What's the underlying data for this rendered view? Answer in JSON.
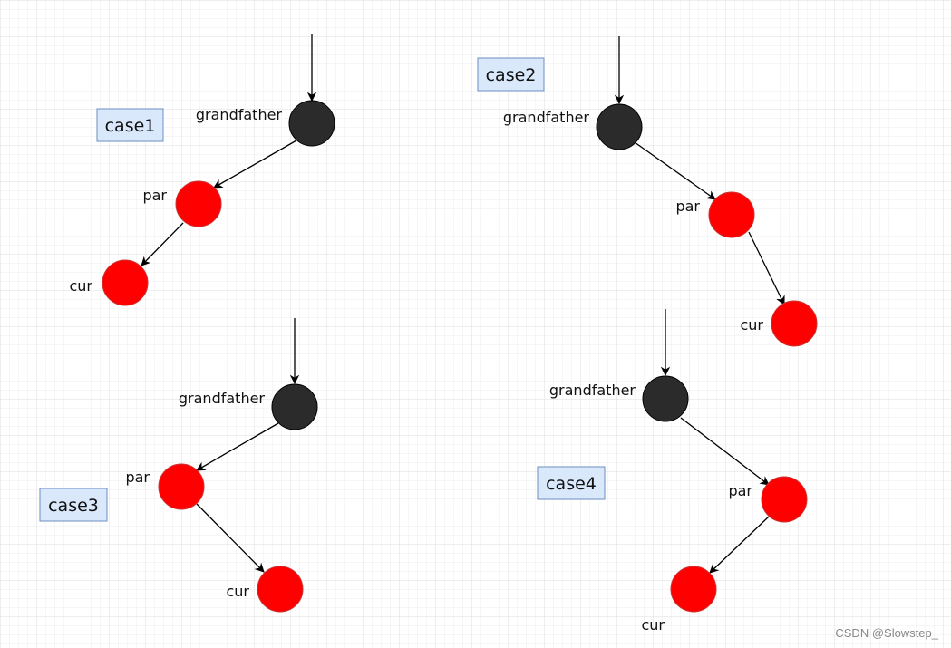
{
  "colors": {
    "background": "#ffffff",
    "grid_minor": "#eeeeee",
    "grid_major": "#dedede",
    "node_black": "#2b2b2b",
    "node_red": "#ff0000",
    "node_red_stroke": "#cc3333",
    "case_box_fill": "#dae8fc",
    "case_box_stroke": "#6c8ebf",
    "edge": "#000000"
  },
  "labels": {
    "grandfather": "grandfather",
    "par": "par",
    "cur": "cur"
  },
  "cases": [
    {
      "id": "case1",
      "label": "case1"
    },
    {
      "id": "case2",
      "label": "case2"
    },
    {
      "id": "case3",
      "label": "case3"
    },
    {
      "id": "case4",
      "label": "case4"
    }
  ],
  "watermark": "CSDN @Slowstep_"
}
